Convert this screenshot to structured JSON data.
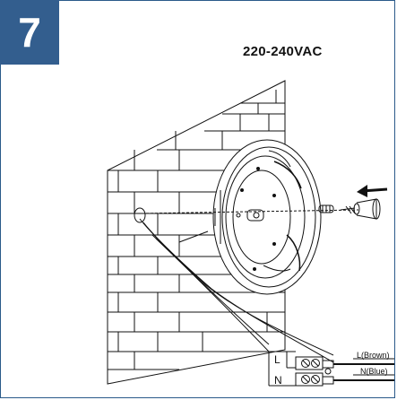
{
  "step": {
    "number": "7"
  },
  "supply": {
    "voltage": "220-240VAC"
  },
  "terminal": {
    "live_letter": "L",
    "neutral_letter": "N",
    "live_label": "L(Brown)",
    "neutral_label": "N(Blue)"
  },
  "colors": {
    "badge": "#335e8e",
    "line": "#111111"
  }
}
